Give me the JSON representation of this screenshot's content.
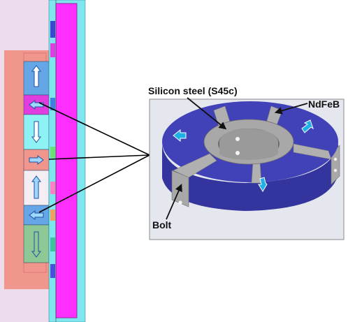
{
  "labels": {
    "silicon_steel": "Silicon steel (S45c)",
    "ndfeb": "NdFeB",
    "bolt": "Bolt"
  },
  "colors": {
    "background_left": "#ecdcec",
    "yoke": "#f0968c",
    "sidebar_cyan": "#7fe6f0",
    "magenta_bar": "#ff30ff",
    "magnet_blue": "#64a6e6",
    "magnet_magenta": "#e13ce0",
    "magnet_cyan": "#8ef2f4",
    "magnet_white": "#f2eef4",
    "magnet_green": "#8ec896",
    "ring_blue": "#3c3cb4",
    "steel_gray": "#a8a8a8",
    "render_bg": "#e4e8ee",
    "arrow_cyan": "#20b0e8"
  },
  "diagram": {
    "left_panel": {
      "magnet_stack": [
        {
          "color": "magnet_blue",
          "arrow": "arrow-up-icon"
        },
        {
          "color": "magnet_magenta",
          "arrow": "arrow-left-icon"
        },
        {
          "color": "magnet_cyan",
          "arrow": "arrow-down-icon"
        },
        {
          "color": "yoke",
          "arrow": "arrow-right-icon"
        },
        {
          "color": "magnet_white",
          "arrow": "arrow-up-icon"
        },
        {
          "color": "magnet_blue",
          "arrow": "arrow-left-icon"
        },
        {
          "color": "magnet_green",
          "arrow": "arrow-down-icon"
        }
      ]
    },
    "ring_render": {
      "magnet_arrows": [
        "arrow-upleft-icon",
        "arrow-upright-icon",
        "arrow-down-icon"
      ]
    }
  }
}
